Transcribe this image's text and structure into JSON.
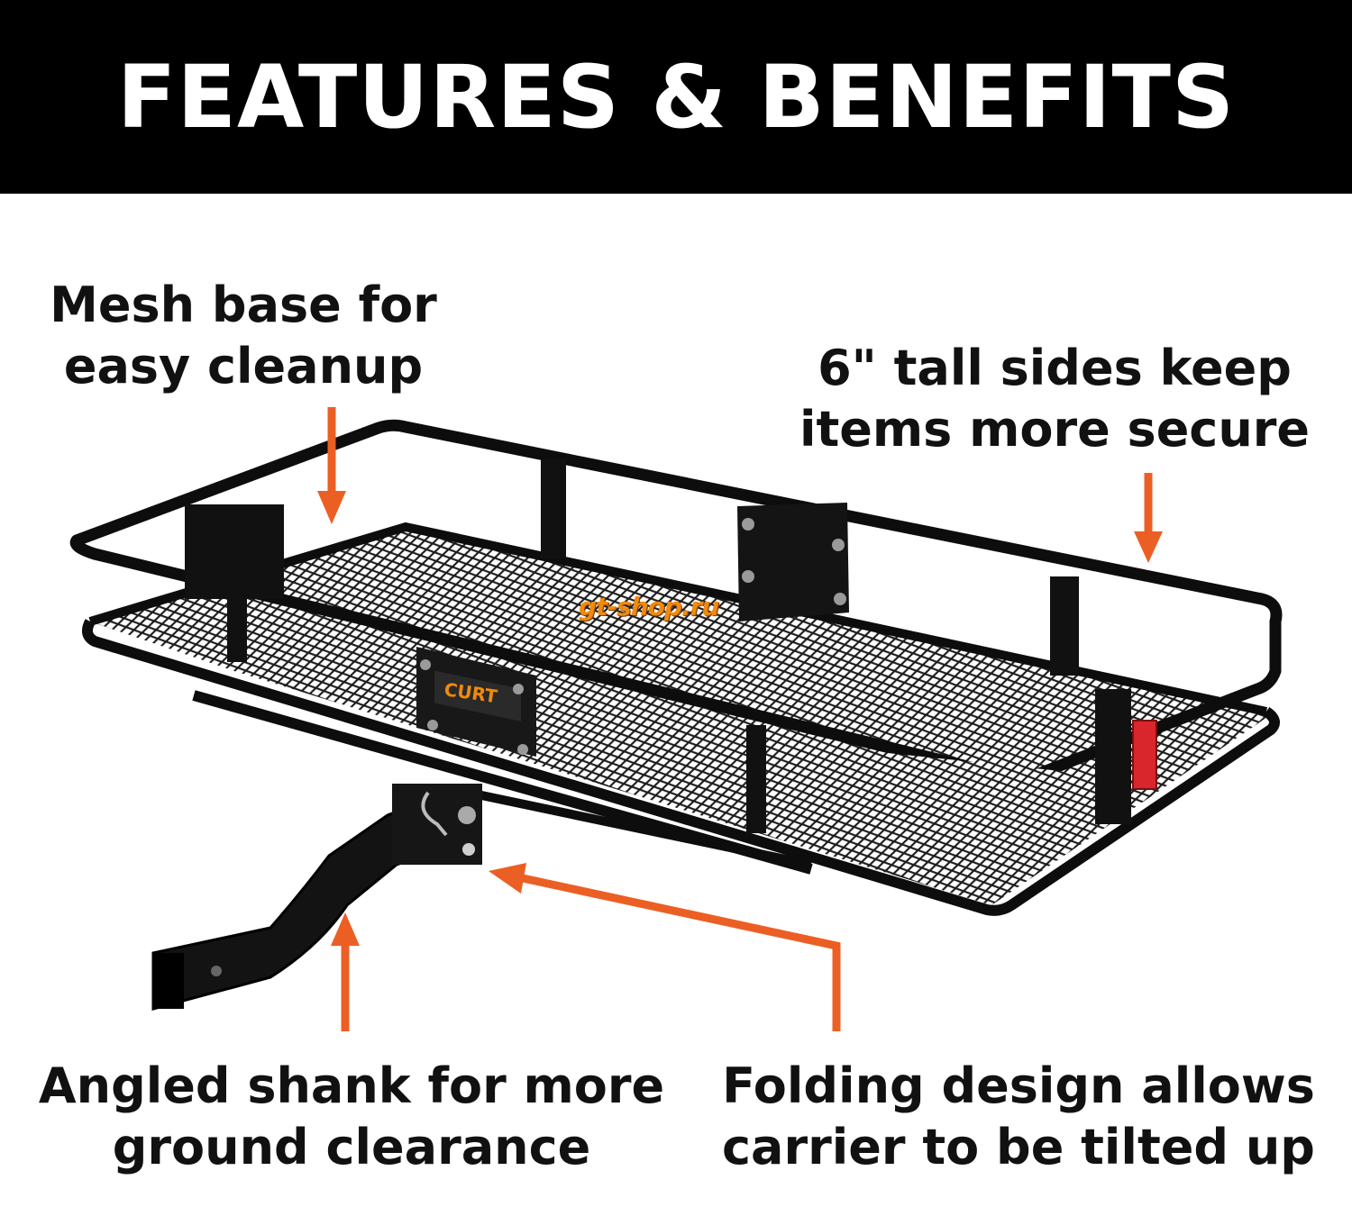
{
  "header": {
    "title": "FEATURES & BENEFITS"
  },
  "callouts": {
    "mesh": {
      "line1": "Mesh base for",
      "line2": "easy cleanup"
    },
    "sides": {
      "line1": "6\" tall sides keep",
      "line2": "items more secure"
    },
    "shank": {
      "line1": "Angled shank for more",
      "line2": "ground clearance"
    },
    "fold": {
      "line1": "Folding design allows",
      "line2": "carrier to be tilted up"
    }
  },
  "product": {
    "label_brand": "CURT",
    "watermark": "gt-shop.ru"
  },
  "colors": {
    "accent_arrow": "#ec5f24",
    "header_bg": "#000000",
    "text": "#111111",
    "reflector": "#d8262c"
  }
}
